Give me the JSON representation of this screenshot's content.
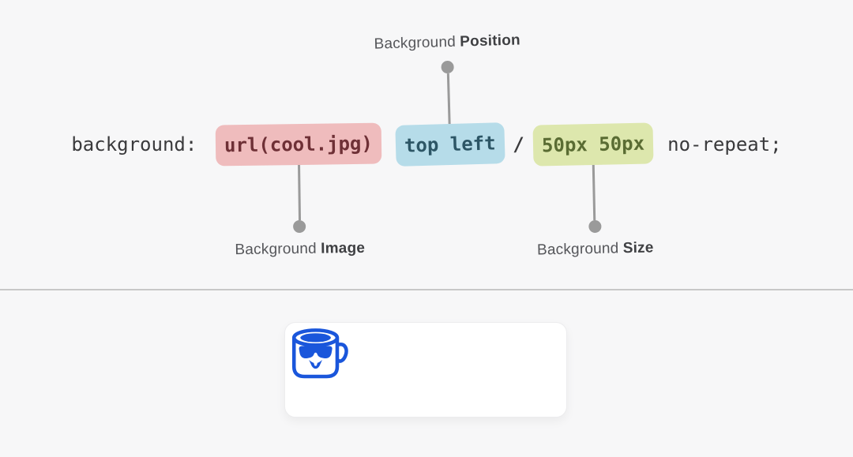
{
  "diagram": {
    "code": {
      "prefix": "background: ",
      "image_token": "url(cool.jpg)",
      "position_token": "top left",
      "separator": "/",
      "size_token": "50px 50px",
      "suffix": " no-repeat;"
    },
    "callouts": {
      "position": {
        "regular": "Background",
        "bold": "Position"
      },
      "image": {
        "regular": "Background",
        "bold": "Image"
      },
      "size": {
        "regular": "Background",
        "bold": "Size"
      }
    },
    "colors": {
      "page_bg": "#f7f7f8",
      "code_text": "#3a3a3c",
      "image_highlight_bg": "#efbcbd",
      "image_highlight_text": "#6e3036",
      "position_highlight_bg": "#b6dce9",
      "position_highlight_text": "#2d5666",
      "size_highlight_bg": "#dde7ad",
      "size_highlight_text": "#5a6c33",
      "connector_gray": "#9a9a9a",
      "callout_text": "#55565a",
      "divider": "#c8c8c8",
      "card_bg": "#ffffff",
      "mug_blue": "#1a56db"
    },
    "preview": {
      "icon": "cool-mug-icon"
    }
  }
}
